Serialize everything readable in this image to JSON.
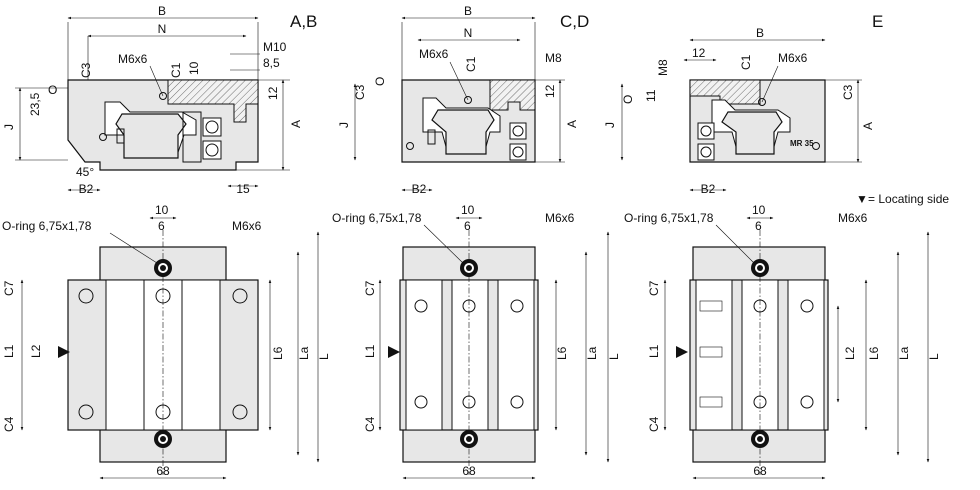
{
  "views": {
    "ab": {
      "title": "A,B",
      "B": "B",
      "N": "N",
      "M6x6": "M6x6",
      "M10": "M10",
      "v85": "8,5",
      "C3": "C3",
      "C1": "C1",
      "v10": "10",
      "O": "O",
      "v235": "23,5",
      "J": "J",
      "A": "A",
      "v12": "12",
      "v45": "45°",
      "B2": "B2",
      "v15": "15"
    },
    "cd": {
      "title": "C,D",
      "B": "B",
      "N": "N",
      "M6x6": "M6x6",
      "M8": "M8",
      "C3": "C3",
      "C1": "C1",
      "O": "O",
      "J": "J",
      "A": "A",
      "v12": "12",
      "B2": "B2"
    },
    "e": {
      "title": "E",
      "B": "B",
      "M8": "M8",
      "v12": "12",
      "M6x6": "M6x6",
      "C1": "C1",
      "O": "O",
      "v11": "11",
      "C3": "C3",
      "J": "J",
      "A": "A",
      "B2": "B2",
      "MR35": "MR 35"
    }
  },
  "legend": {
    "marker": "▼",
    "text": "= Locating side"
  },
  "plan": {
    "oring": "O-ring  6,75x1,78",
    "v10": "10",
    "v6": "6",
    "M6x6": "M6x6",
    "C7": "C7",
    "L1": "L1",
    "L2": "L2",
    "C4": "C4",
    "L6": "L6",
    "La": "La",
    "L": "L",
    "w68": "68"
  }
}
